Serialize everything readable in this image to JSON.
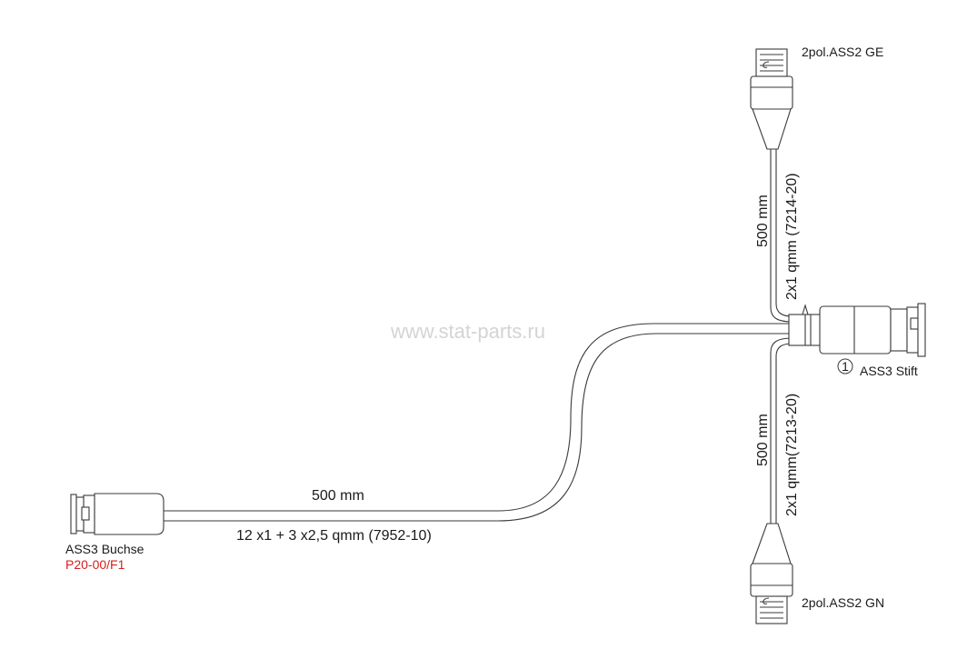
{
  "watermark": "www.stat-parts.ru",
  "connectors": {
    "top": {
      "label": "2pol.ASS2 GE"
    },
    "bottom": {
      "label": "2pol.ASS2 GN"
    },
    "right": {
      "label": "ASS3 Stift",
      "marker": "1"
    },
    "left": {
      "label": "ASS3 Buchse",
      "code": "P20-00/F1"
    }
  },
  "cables": {
    "main": {
      "length": "500 mm",
      "spec": "12 x1 + 3 x2,5 qmm (7952-10)"
    },
    "upper": {
      "length": "500 mm",
      "spec": "2x1 qmm (7214-20)"
    },
    "lower": {
      "length": "500 mm",
      "spec": "2x1 qmm(7213-20)"
    }
  },
  "colors": {
    "accent": "#d42020",
    "line": "#3a3a3a",
    "watermark": "#d4d4d4"
  }
}
